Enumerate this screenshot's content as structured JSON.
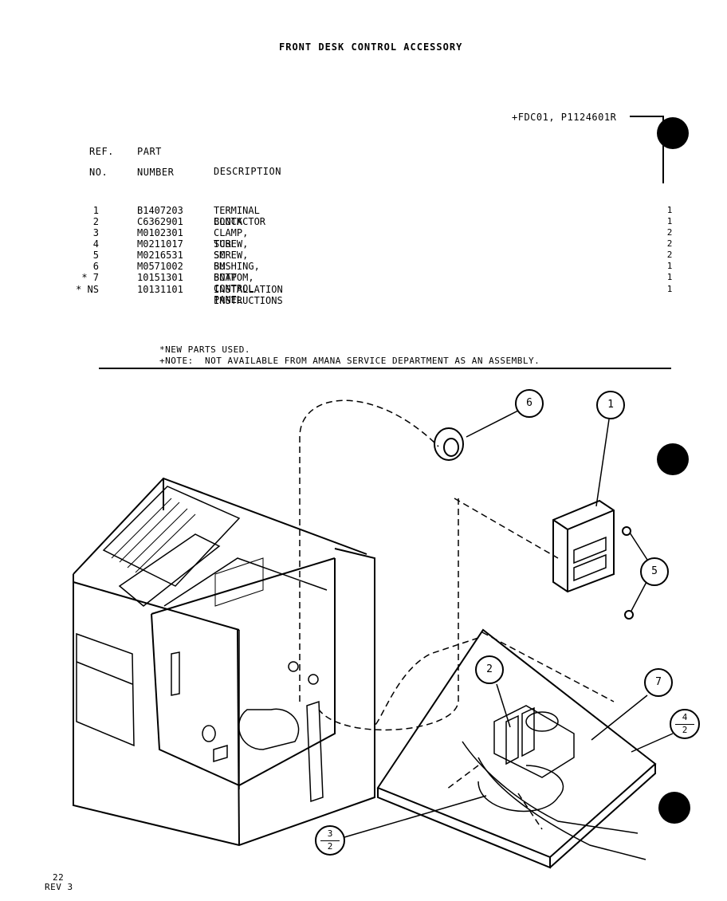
{
  "title": "FRONT DESK CONTROL ACCESSORY",
  "model": "+FDC01, P1124601R",
  "headers": {
    "ref_line1": "REF.",
    "ref_line2": "NO.",
    "part_line1": "PART",
    "part_line2": "NUMBER",
    "desc": "DESCRIPTION"
  },
  "parts": [
    {
      "ref": "1",
      "part": "B1407203",
      "desc": "TERMINAL BLOCK",
      "qty": "1"
    },
    {
      "ref": "2",
      "part": "C6362901",
      "desc": "CONTACTOR",
      "qty": "1"
    },
    {
      "ref": "3",
      "part": "M0102301",
      "desc": "CLAMP, TUBE",
      "qty": "2"
    },
    {
      "ref": "4",
      "part": "M0211017",
      "desc": "SCREW, SM",
      "qty": "2"
    },
    {
      "ref": "5",
      "part": "M0216531",
      "desc": "SCREW, SM",
      "qty": "2"
    },
    {
      "ref": "6",
      "part": "M0571002",
      "desc": "BUSHING, SNAP",
      "qty": "1"
    },
    {
      "ref": "* 7",
      "part": "10151301",
      "desc": "BOTTOM, CONTROL PANEL",
      "qty": "1"
    },
    {
      "ref": "* NS",
      "part": "10131101",
      "desc": "INSTALLATION INSTRUCTIONS",
      "qty": "1"
    }
  ],
  "notes": {
    "new_parts": "*NEW PARTS USED.",
    "note": "+NOTE:  NOT AVAILABLE FROM AMANA SERVICE DEPARTMENT AS AN ASSEMBLY."
  },
  "callouts": {
    "c6": "6",
    "c1": "1",
    "c5": "5",
    "c2": "2",
    "c7": "7",
    "c4_num": "4",
    "c4_den": "2",
    "c3_num": "3",
    "c3_den": "2"
  },
  "footer": {
    "page": "22",
    "rev": "REV 3"
  }
}
